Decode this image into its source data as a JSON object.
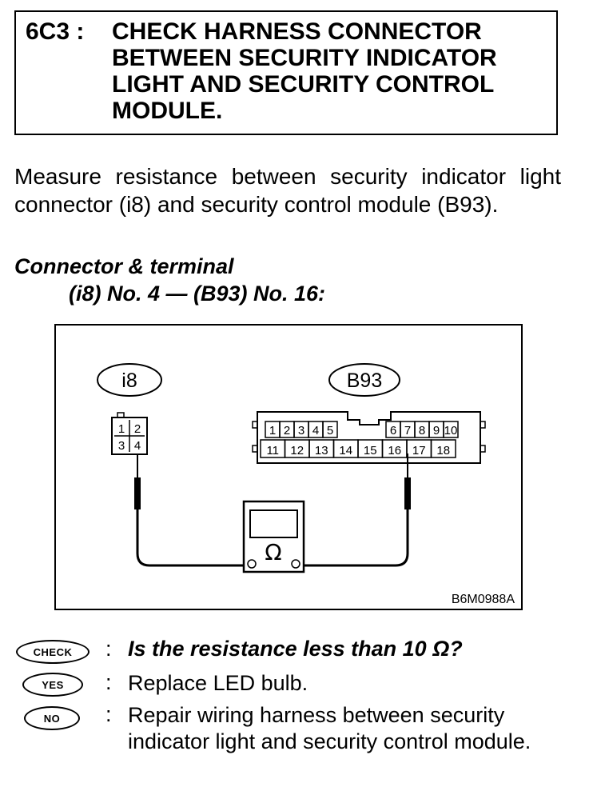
{
  "step": {
    "id": "6C3 :",
    "title": "CHECK HARNESS CONNECTOR\nBETWEEN SECURITY INDICATOR\nLIGHT AND SECURITY CONTROL\nMODULE."
  },
  "intro": "Measure resistance between security indicator light connector (i8) and security control module (B93).",
  "connector": {
    "heading": "Connector & terminal",
    "terminals": "(i8) No. 4 — (B93) No. 16:"
  },
  "diagram": {
    "left_label": "i8",
    "right_label": "B93",
    "left_pins": [
      "1",
      "2",
      "3",
      "4"
    ],
    "right_pins_top": [
      "1",
      "2",
      "3",
      "4",
      "5",
      "6",
      "7",
      "8",
      "9",
      "10"
    ],
    "right_pins_bottom": [
      "11",
      "12",
      "13",
      "14",
      "15",
      "16",
      "17",
      "18"
    ],
    "meter_symbol": "Ω",
    "code": "B6M0988A"
  },
  "checks": [
    {
      "badge": "CHECK",
      "colon": ":",
      "text": "Is the resistance less than 10 Ω?"
    },
    {
      "badge": "YES",
      "colon": ":",
      "text": "Replace LED bulb."
    },
    {
      "badge": "NO",
      "colon": ":",
      "text": "Repair wiring harness between security indicator light and security control module."
    }
  ]
}
